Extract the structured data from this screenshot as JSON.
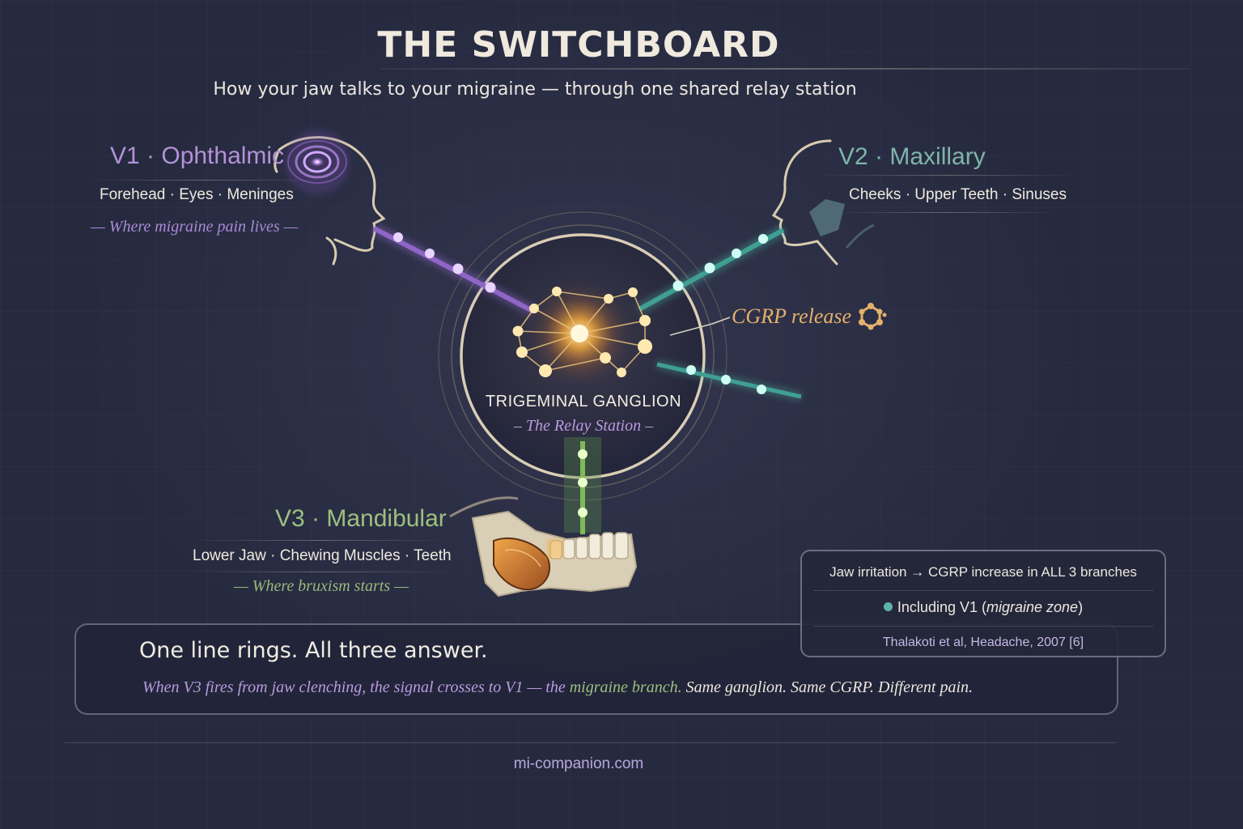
{
  "title": "THE SWITCHBOARD",
  "subtitle": "How your jaw talks to your migraine — through one shared relay station",
  "branches": {
    "v1": {
      "title": "V1 · Ophthalmic",
      "areas": "Forehead · Eyes · Meninges",
      "note": "— Where migraine pain lives —",
      "color": "#b392d8"
    },
    "v2": {
      "title": "V2 · Maxillary",
      "areas": "Cheeks · Upper Teeth · Sinuses",
      "color": "#7fb5ab"
    },
    "v3": {
      "title": "V3 · Mandibular",
      "areas": "Lower Jaw · Chewing Muscles · Teeth",
      "note": "— Where bruxism starts —",
      "color": "#9cc07f"
    }
  },
  "ganglion": {
    "name": "TRIGEMINAL GANGLION",
    "subtitle": "– The Relay Station –"
  },
  "cgrp_label": "CGRP release",
  "info_box": {
    "line1": "Jaw irritation → CGRP increase in ALL 3 branches",
    "line2_prefix": "Including V1 (",
    "line2_italic": "migraine zone",
    "line2_suffix": ")",
    "citation": "Thalakoti et al, Headache, 2007 [6]"
  },
  "bottom": {
    "headline": "One line rings. All three answer.",
    "text_part1": "When V3 fires from jaw clenching, the signal crosses to V1 — the ",
    "text_highlight": "migraine branch.",
    "text_part2": " Same ganglion. Same CGRP. Different pain."
  },
  "footer": "mi-companion.com",
  "colors": {
    "background": "#262a3f",
    "v1": "#b392d8",
    "v2": "#5fc4b4",
    "v3": "#9cc07f",
    "cgrp": "#e4b16a",
    "ring": "#d9cdb5"
  },
  "icons": [
    "head-profile-icon",
    "eye-ripple-icon",
    "jaw-icon",
    "molecule-icon",
    "neuron-network-icon"
  ]
}
